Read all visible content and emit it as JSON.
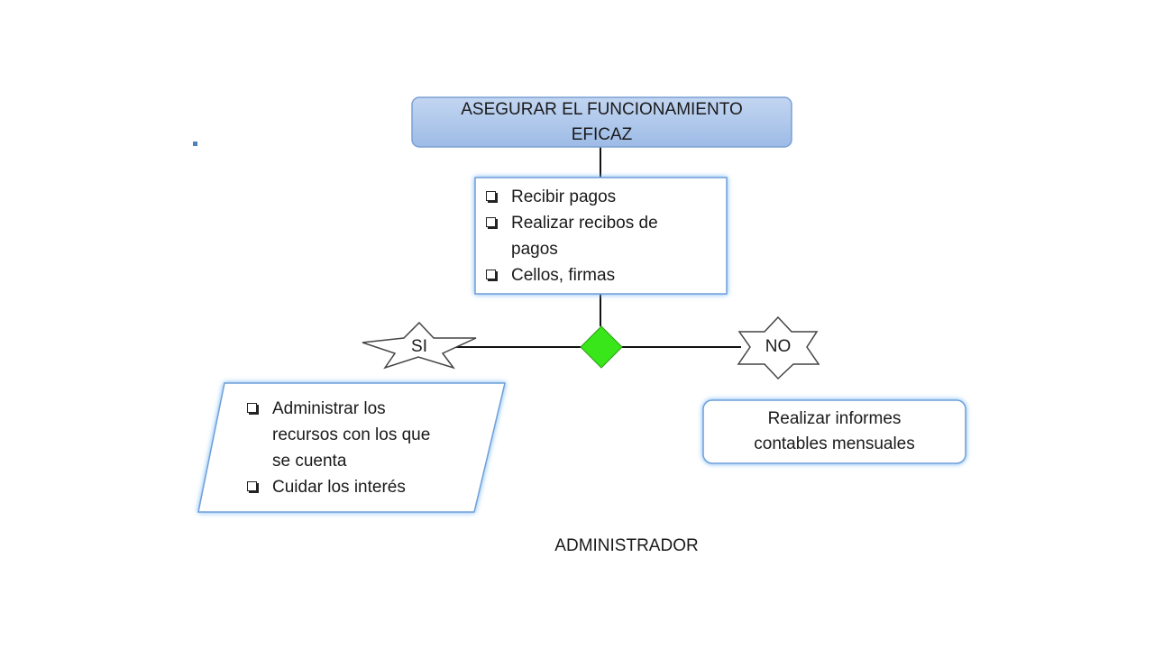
{
  "diagram": {
    "top_box": {
      "text_line1": "ASEGURAR EL FUNCIONAMIENTO",
      "text_line2": "EFICAZ",
      "fill": "#a9c4eb",
      "border": "#7aa0d4"
    },
    "tasks_box": {
      "items": [
        "Recibir pagos",
        "Realizar  recibos de pagos",
        "Cellos, firmas"
      ]
    },
    "decision": {
      "fill": "#39e619"
    },
    "yes_label": "SI",
    "no_label": "NO",
    "yes_box": {
      "items": [
        "Administrar los recursos  con los que se cuenta",
        "Cuidar los interés"
      ]
    },
    "no_box": {
      "text_line1": "Realizar informes",
      "text_line2": "contables mensuales"
    },
    "footer": "ADMINISTRADOR",
    "glow_color": "#6fb4f4"
  }
}
